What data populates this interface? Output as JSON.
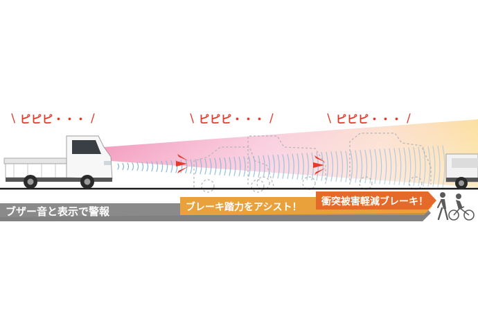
{
  "beep_text": "ピピピ・・・",
  "stages": {
    "buzzer": "ブザー音と表示で警報",
    "assist": "ブレーキ踏力をアシスト！",
    "brake": "衝突被害軽減ブレーキ！"
  },
  "icons": {
    "truck": "kei-truck-icon",
    "target": "pedestrian-cyclist-icon"
  },
  "colors": {
    "beam_pink": "#f07aa8",
    "beam_yellow": "#fbd889",
    "waves": "#8ab6d6",
    "alert_red": "#e8382b",
    "stage1": "#8a8a8a",
    "stage2": "#e9a13b",
    "stage3": "#e56a2a"
  }
}
